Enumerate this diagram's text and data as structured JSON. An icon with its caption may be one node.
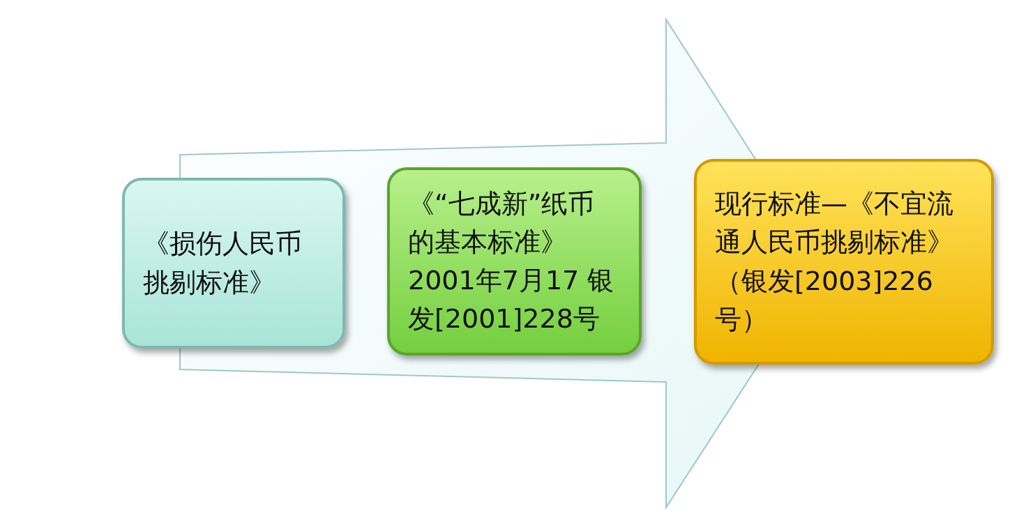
{
  "diagram": {
    "nodes": [
      {
        "text": [
          "《损伤人民币挑剔标准》"
        ]
      },
      {
        "text": [
          "《“七成新”纸币的基本标准》2001年7月17 银发[2001]228号"
        ]
      },
      {
        "text": [
          "现行标准—《不宜流通人民币挑剔标准》（银发[2003]226号）"
        ]
      }
    ],
    "edges": [
      {
        "from": 0,
        "to": 2,
        "arrow": "to"
      }
    ]
  }
}
